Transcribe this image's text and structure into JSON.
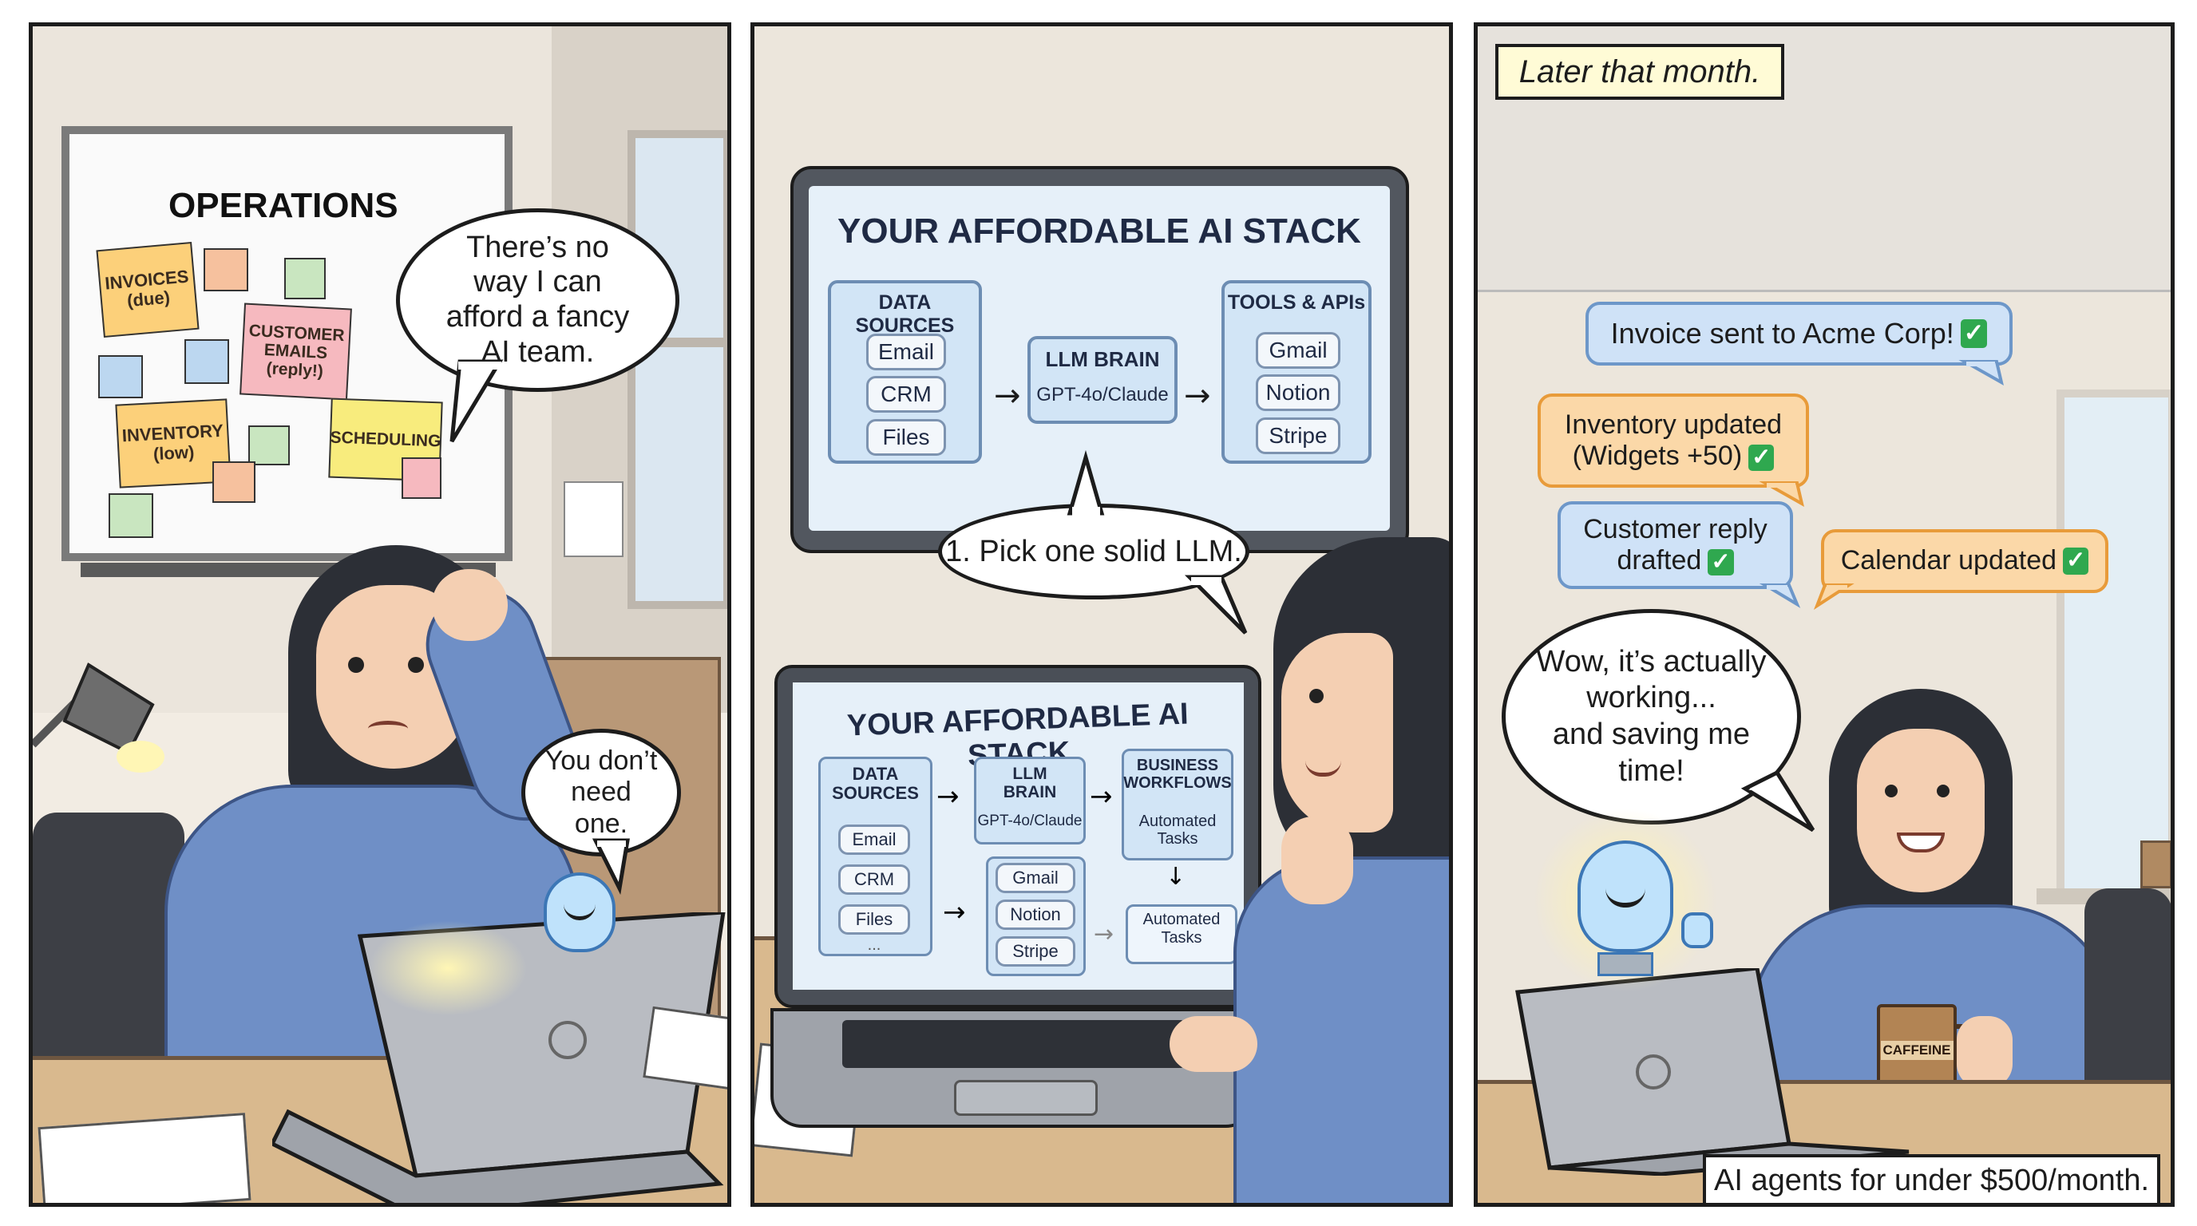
{
  "panel1": {
    "board_title": "OPERATIONS",
    "notes": [
      {
        "line1": "INVOICES",
        "line2": "(due)"
      },
      {
        "line1": "CUSTOMER",
        "line2": "EMAILS",
        "line3": "(reply!)"
      },
      {
        "line1": "INVENTORY",
        "line2": "(low)"
      },
      {
        "line1": "SCHEDULING"
      }
    ],
    "thought_bubble": "There’s no way I can afford a fancy AI team.",
    "ai_bubble": "You don’t need one."
  },
  "panel2": {
    "monitor": {
      "title": "YOUR AFFORDABLE AI STACK",
      "data_sources": {
        "title": "DATA SOURCES",
        "items": [
          "Email",
          "CRM",
          "Files"
        ]
      },
      "llm": {
        "title": "LLM BRAIN",
        "subtitle": "GPT-4o/Claude"
      },
      "tools": {
        "title": "TOOLS & APIs",
        "items": [
          "Gmail",
          "Notion",
          "Stripe"
        ]
      }
    },
    "speech_bubble": "1. Pick one solid LLM.",
    "laptop": {
      "title": "YOUR AFFORDABLE AI STACK",
      "data_sources": {
        "line1": "DATA",
        "line2": "SOURCES",
        "items": [
          "Email",
          "CRM",
          "Files",
          "..."
        ]
      },
      "llm": {
        "line1": "LLM",
        "line2": "BRAIN",
        "subtitle": "GPT-4o/Claude"
      },
      "workflows": {
        "line1": "BUSINESS",
        "line2": "WORKFLOWS",
        "sub1": "Automated",
        "sub2": "Tasks"
      },
      "tools": [
        "Gmail",
        "Notion",
        "Stripe"
      ],
      "output": {
        "line1": "Automated",
        "line2": "Tasks"
      }
    }
  },
  "panel3": {
    "caption": "Later that month.",
    "notifications": [
      {
        "text": "Invoice sent to Acme Corp!",
        "check": "✓"
      },
      {
        "line1": "Inventory updated",
        "line2": "(Widgets +50)",
        "check": "✓"
      },
      {
        "line1": "Customer reply",
        "line2": "drafted",
        "check": "✓"
      },
      {
        "text": "Calendar updated",
        "check": "✓"
      }
    ],
    "speech_bubble": {
      "line1": "Wow, it’s actually",
      "line2": "working...",
      "line3": "and saving me",
      "line4": "time!"
    },
    "mug_label": "CAFFEINE",
    "footer": "AI agents for under $500/month."
  },
  "colors": {
    "blue_notif": "#cfe2f7",
    "blue_border": "#6d97c9",
    "orange_notif": "#fbd8a8",
    "orange_border": "#e89b3a",
    "shirt": "#6f8fc6",
    "desk": "#d9b98e"
  }
}
